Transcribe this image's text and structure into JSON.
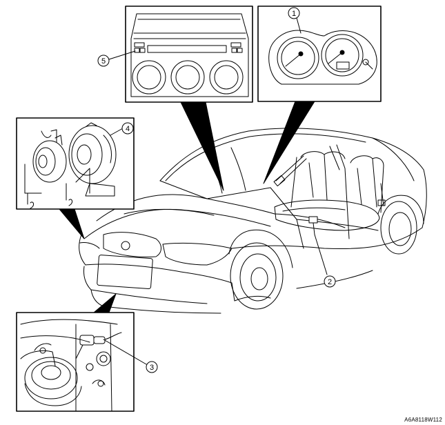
{
  "figure": {
    "reference_code": "A6A8118W112"
  },
  "callouts": [
    {
      "number": "1",
      "part": "instrument-cluster"
    },
    {
      "number": "2",
      "part": "seat-belt-buckle-switch"
    },
    {
      "number": "3",
      "part": "horn-connector"
    },
    {
      "number": "4",
      "part": "horn"
    },
    {
      "number": "5",
      "part": "dashboard-switch-panel"
    }
  ]
}
